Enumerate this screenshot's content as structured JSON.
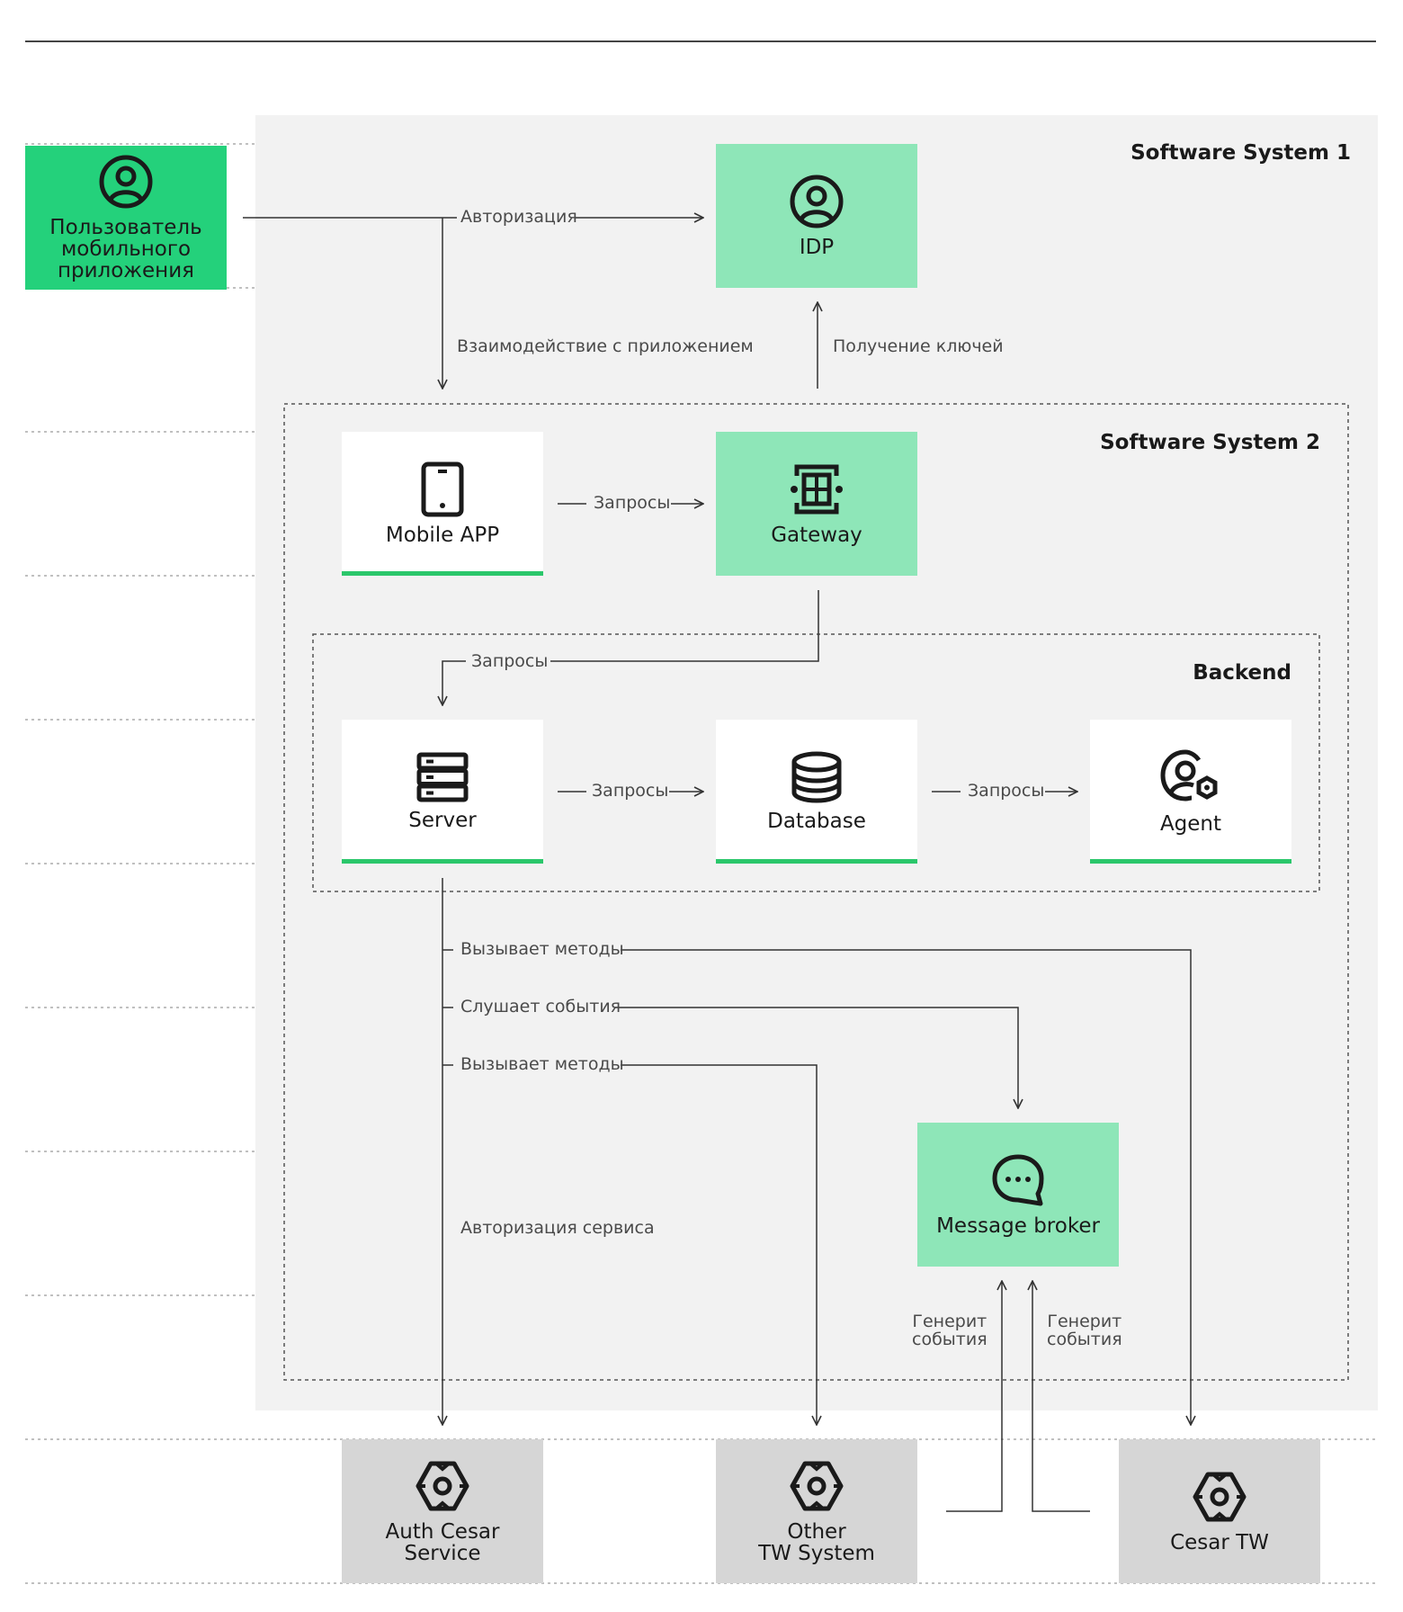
{
  "systems": {
    "system1": "Software System 1",
    "system2": "Software System 2",
    "backend": "Backend"
  },
  "nodes": {
    "user": {
      "label": "Пользователь\nмобильного\nприложения",
      "icon": "user-circle-icon"
    },
    "idp": {
      "label": "IDP",
      "icon": "user-circle-icon"
    },
    "mobile": {
      "label": "Mobile APP",
      "icon": "smartphone-icon"
    },
    "gateway": {
      "label": "Gateway",
      "icon": "gateway-icon"
    },
    "server": {
      "label": "Server",
      "icon": "server-icon"
    },
    "database": {
      "label": "Database",
      "icon": "database-icon"
    },
    "agent": {
      "label": "Agent",
      "icon": "user-gear-icon"
    },
    "broker": {
      "label": "Message broker",
      "icon": "chat-bubble-icon"
    },
    "auth": {
      "label": "Auth Cesar\nService",
      "icon": "gear-icon"
    },
    "other": {
      "label": "Other\nTW System",
      "icon": "gear-icon"
    },
    "cesar": {
      "label": "Cesar TW",
      "icon": "gear-icon"
    }
  },
  "edges": {
    "auth": "Авторизация",
    "interaction": "Взаимодействие с приложением",
    "keys": "Получение ключей",
    "req_mobile_gateway": "Запросы",
    "req_gateway_server": "Запросы",
    "req_server_db": "Запросы",
    "req_db_agent": "Запросы",
    "calls_methods_1": "Вызывает методы",
    "listens_events": "Слушает события",
    "calls_methods_2": "Вызывает методы",
    "service_auth": "Авторизация сервиса",
    "gen_events_1": "Генерит\nсобытия",
    "gen_events_2": "Генерит\nсобытия"
  },
  "colors": {
    "person": "#24d17b",
    "internal": "#8ee6b8",
    "container_accent": "#2bc76b",
    "external": "#d6d6d6",
    "system_bg": "#f2f2f2",
    "line": "#333333"
  }
}
